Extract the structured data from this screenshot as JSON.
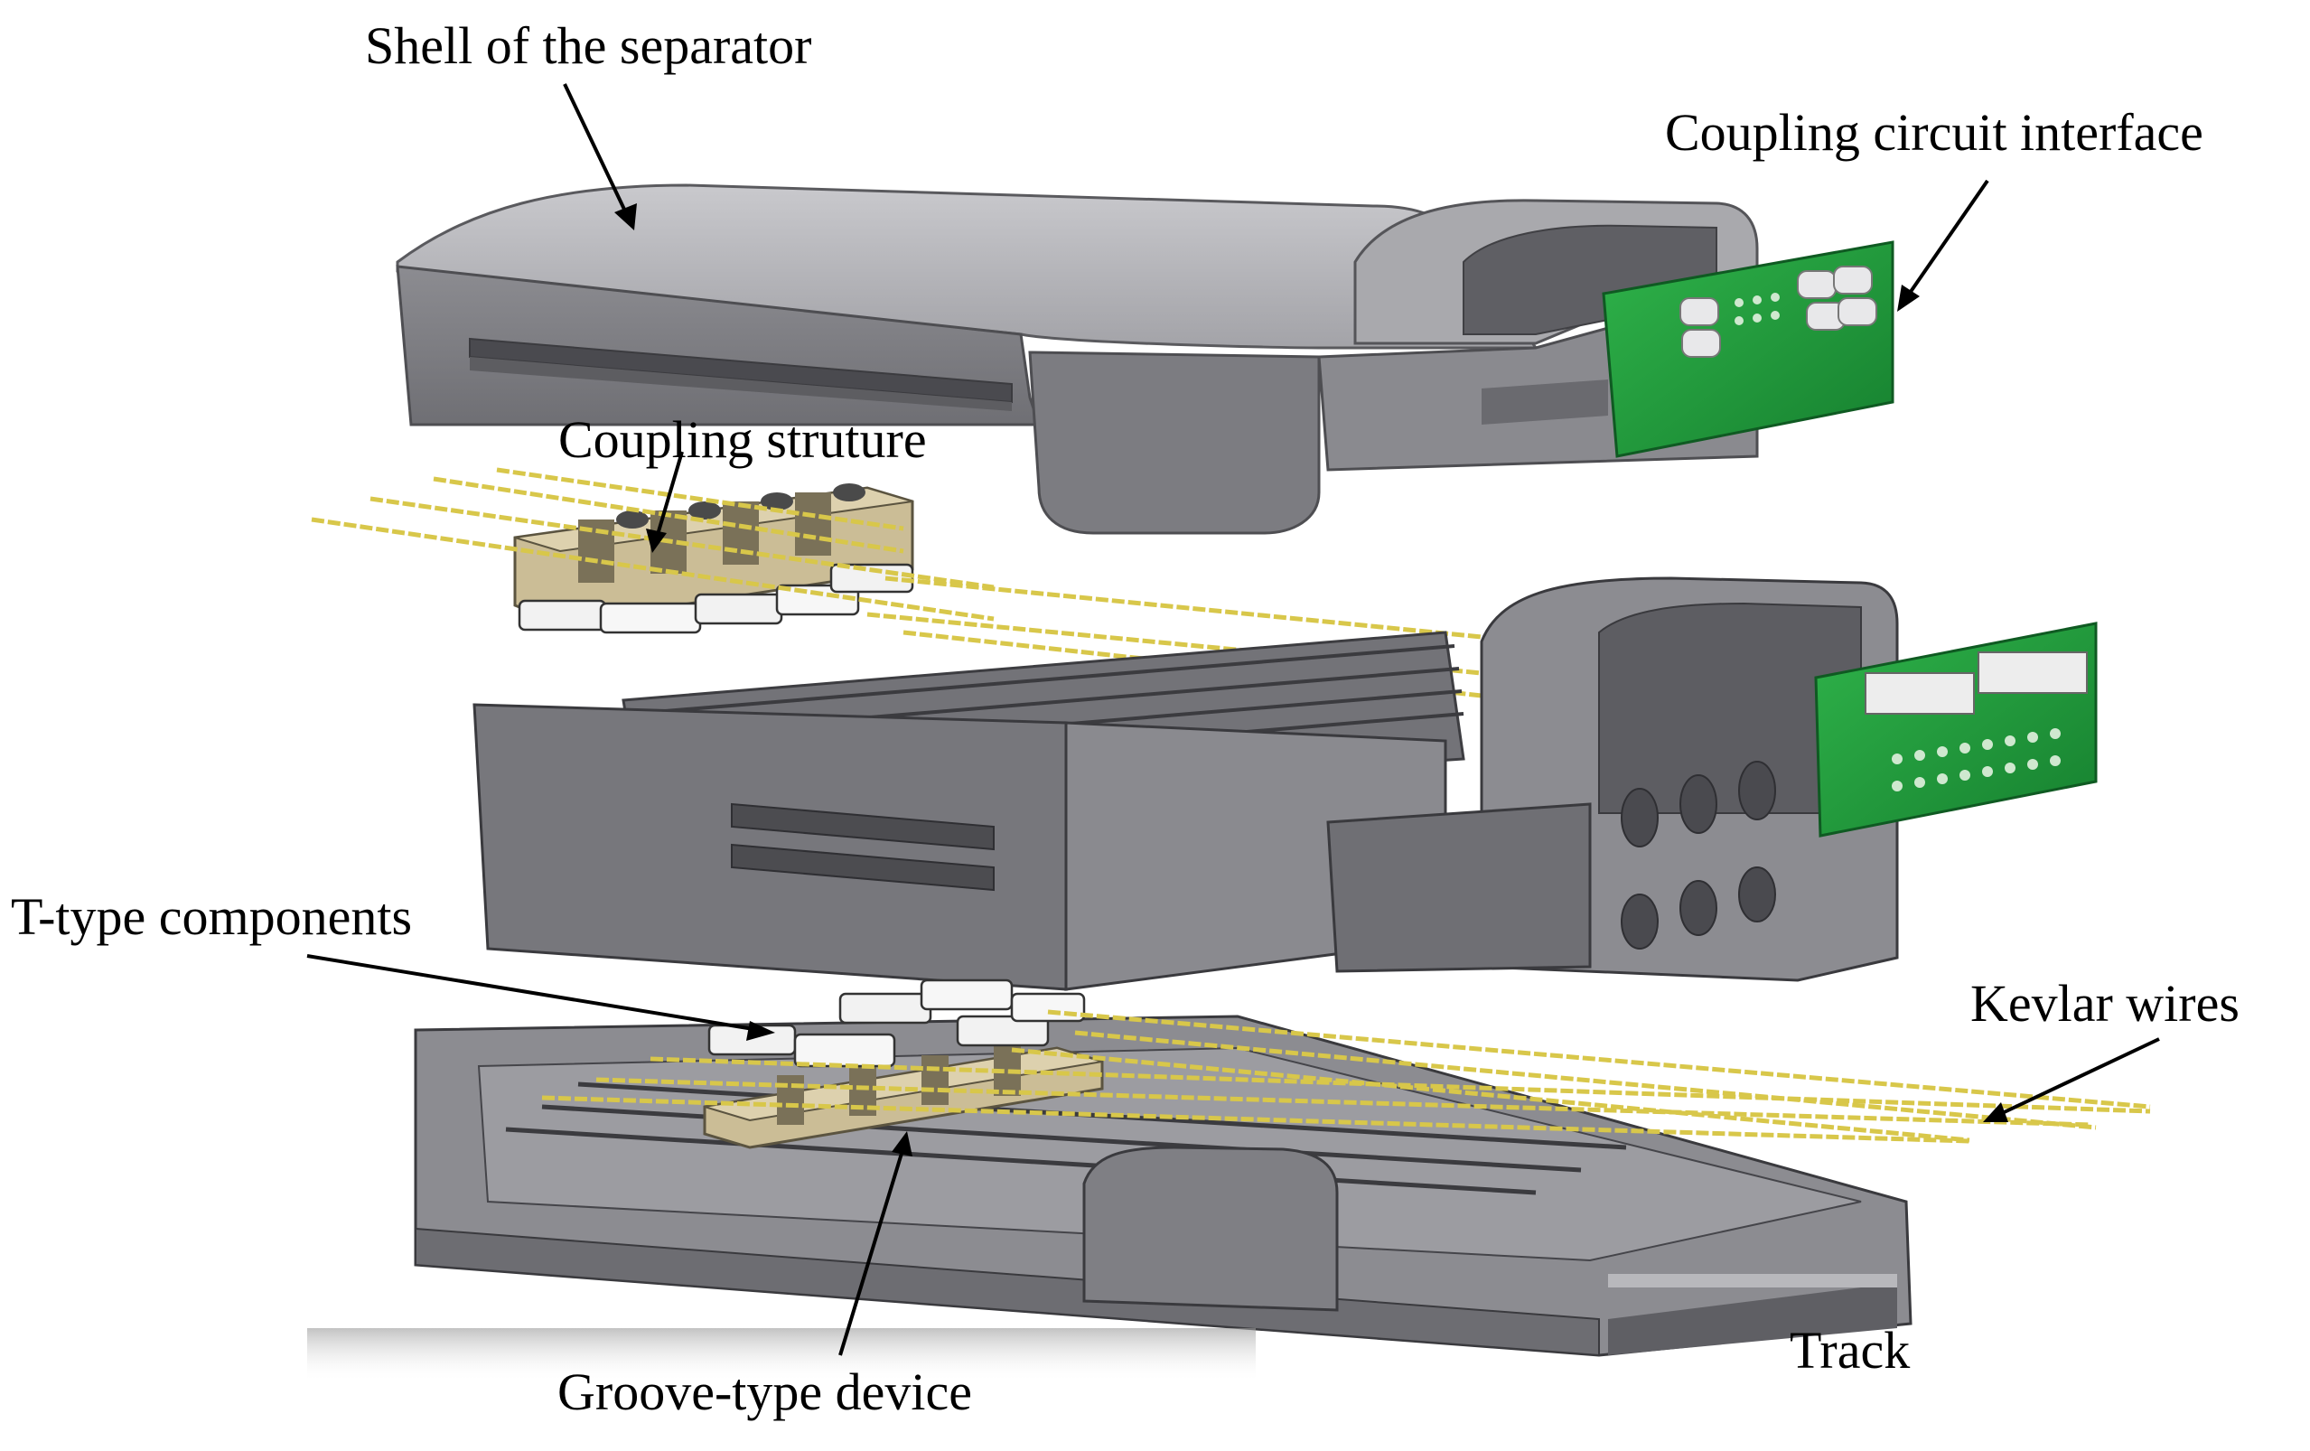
{
  "labels": {
    "shell": "Shell of the separator",
    "coupling_interface": "Coupling circuit interface",
    "coupling_structure": "Coupling struture",
    "t_type": "T-type components",
    "kevlar": "Kevlar wires",
    "track": "Track",
    "groove": "Groove-type device"
  },
  "colors": {
    "housing_gray": "#8e8e93",
    "housing_light": "#b4b4b8",
    "housing_dark": "#5e5e63",
    "pcb_green": "#1f9b3c",
    "wire_yellow": "#d9c84a",
    "coupling_tan": "#bfb08a",
    "t_type_white": "#f0f0f0"
  }
}
